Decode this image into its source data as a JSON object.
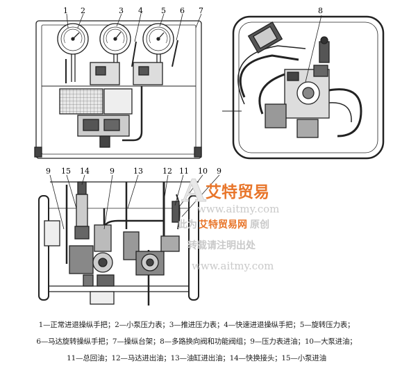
{
  "figure": {
    "top_left_view": {
      "callouts": [
        "1",
        "2",
        "3",
        "4",
        "5",
        "6",
        "7"
      ]
    },
    "top_right_view": {
      "callouts": [
        "8"
      ]
    },
    "bottom_view": {
      "callouts": [
        "9",
        "15",
        "14",
        "9",
        "13",
        "12",
        "11",
        "10",
        "9"
      ]
    }
  },
  "watermark": {
    "brand": "艾特贸易",
    "url_top": "www.aitmy.com",
    "line2_prefix": "此为",
    "line2_brand": "艾特贸易网",
    "line2_suffix": "原创",
    "line3": "转载请注明出处",
    "url_bottom": "www.aitmy.com",
    "brand_color": "#e8752a",
    "text_color": "#c9c9c9"
  },
  "caption": {
    "line1": "1—正常进退操纵手把；2—小泵压力表；3—推进压力表；4—快速进退操纵手把；5—旋转压力表；",
    "line2": "6—马达旋转操纵手把；7—操纵台架；8—多路换向阀和功能阀组；9—压力表进油；10—大泵进油；",
    "line3": "11—总回油；12—马达进出油；13—油缸进出油；14—快换接头；15—小泵进油"
  }
}
